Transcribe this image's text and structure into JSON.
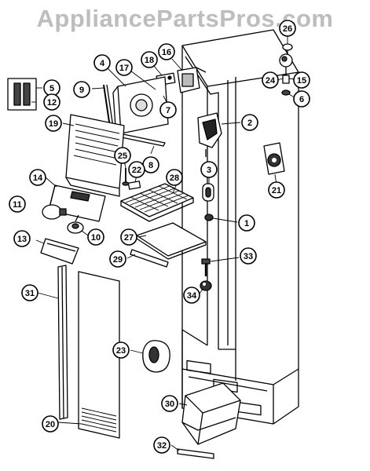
{
  "watermark": "AppliancePartsPros.com",
  "callouts": [
    {
      "n": "1"
    },
    {
      "n": "2"
    },
    {
      "n": "3"
    },
    {
      "n": "4"
    },
    {
      "n": "5"
    },
    {
      "n": "6"
    },
    {
      "n": "7"
    },
    {
      "n": "8"
    },
    {
      "n": "9"
    },
    {
      "n": "10"
    },
    {
      "n": "11"
    },
    {
      "n": "12"
    },
    {
      "n": "13"
    },
    {
      "n": "14"
    },
    {
      "n": "15"
    },
    {
      "n": "16"
    },
    {
      "n": "17"
    },
    {
      "n": "18"
    },
    {
      "n": "19"
    },
    {
      "n": "20"
    },
    {
      "n": "21"
    },
    {
      "n": "22"
    },
    {
      "n": "23"
    },
    {
      "n": "24"
    },
    {
      "n": "25"
    },
    {
      "n": "26"
    },
    {
      "n": "27"
    },
    {
      "n": "28"
    },
    {
      "n": "29"
    },
    {
      "n": "30"
    },
    {
      "n": "31"
    },
    {
      "n": "32"
    },
    {
      "n": "33"
    },
    {
      "n": "34"
    }
  ]
}
